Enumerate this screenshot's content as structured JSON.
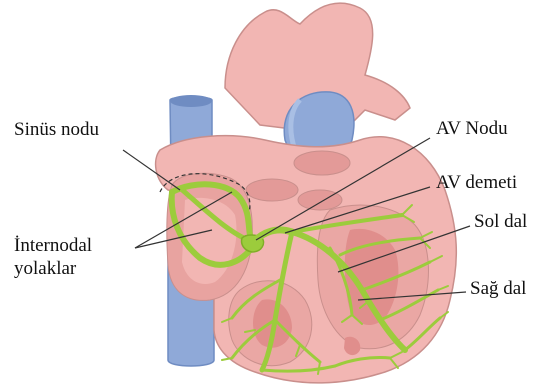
{
  "labels": {
    "sinus_node": "Sinüs nodu",
    "internodal_line1": "İnternodal",
    "internodal_line2": "yolaklar",
    "av_node": "AV Nodu",
    "av_bundle": "AV demeti",
    "left_branch": "Sol dal",
    "right_branch": "Sağ dal"
  },
  "colors": {
    "heart_pink": "#f2b6b3",
    "heart_pink_dark": "#e39a98",
    "heart_outline": "#c98f8c",
    "vessel_blue": "#8fa9d8",
    "vessel_blue_dark": "#6f8cc2",
    "conduction_green": "#9ccc3c",
    "conduction_green_dark": "#7fae27",
    "leader_line": "#333333"
  }
}
